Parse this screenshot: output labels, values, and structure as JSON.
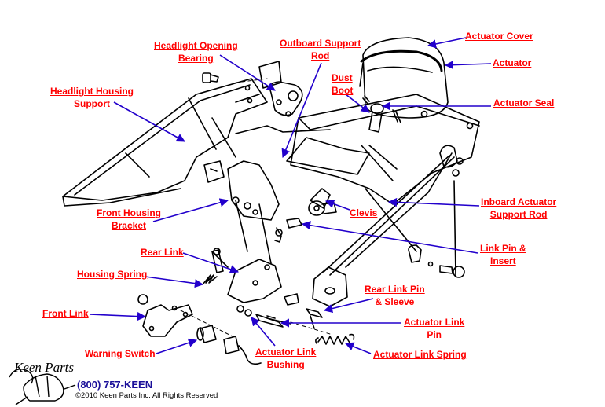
{
  "diagram": {
    "title": "Headlight Actuator Assembly Parts Diagram",
    "arrow_color": "#2200cc",
    "label_color": "#ff0000",
    "labels": {
      "actuator_cover": [
        "Actuator Cover"
      ],
      "actuator": [
        "Actuator"
      ],
      "actuator_seal": [
        "Actuator Seal"
      ],
      "outboard_support_rod": [
        "Outboard Support",
        "Rod"
      ],
      "headlight_opening_bearing": [
        "Headlight Opening",
        "Bearing"
      ],
      "dust_boot": [
        "Dust",
        "Boot"
      ],
      "headlight_housing_support": [
        "Headlight Housing",
        "Support"
      ],
      "inboard_actuator_support_rod": [
        "Inboard Actuator",
        "Support Rod"
      ],
      "clevis": [
        "Clevis"
      ],
      "front_housing_bracket": [
        "Front Housing",
        "Bracket"
      ],
      "link_pin_insert": [
        "Link Pin &",
        "Insert"
      ],
      "rear_link": [
        "Rear Link"
      ],
      "housing_spring": [
        "Housing Spring"
      ],
      "rear_link_pin_sleeve": [
        "Rear Link Pin",
        "& Sleeve"
      ],
      "front_link": [
        "Front Link"
      ],
      "actuator_link_pin": [
        "Actuator Link",
        "Pin"
      ],
      "warning_switch": [
        "Warning Switch"
      ],
      "actuator_link_bushing": [
        "Actuator Link",
        "Bushing"
      ],
      "actuator_link_spring": [
        "Actuator Link Spring"
      ]
    }
  },
  "footer": {
    "logo_text": "Keen Parts",
    "phone": "(800) 757-KEEN",
    "copyright": "©2010 Keen Parts Inc. All Rights Reserved"
  }
}
